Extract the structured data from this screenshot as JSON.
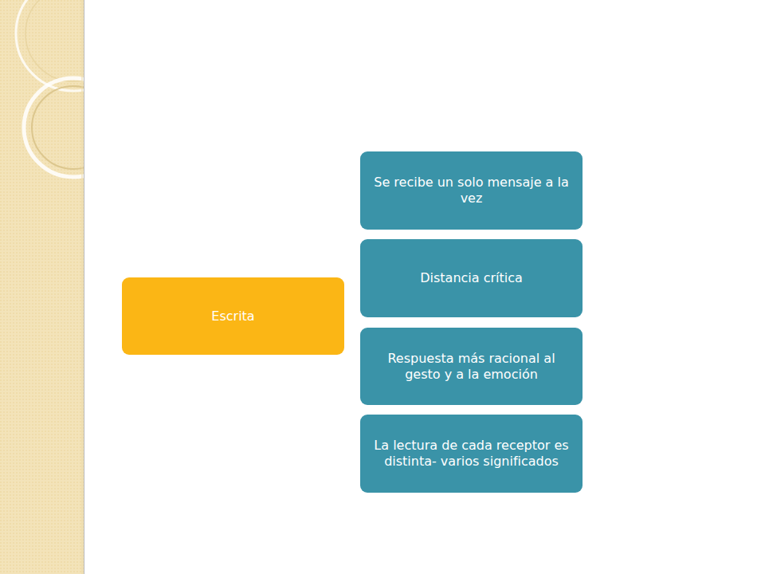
{
  "diagram": {
    "nodes": [
      {
        "text": [
          "Escrita"
        ]
      },
      {
        "text": [
          "Se recibe un solo mensaje a la vez"
        ]
      },
      {
        "text": [
          "Distancia crítica"
        ]
      },
      {
        "text": [
          "Respuesta más racional al gesto y a la emoción"
        ]
      },
      {
        "text": [
          "La lectura de cada receptor es distinta- varios significados"
        ]
      }
    ]
  }
}
